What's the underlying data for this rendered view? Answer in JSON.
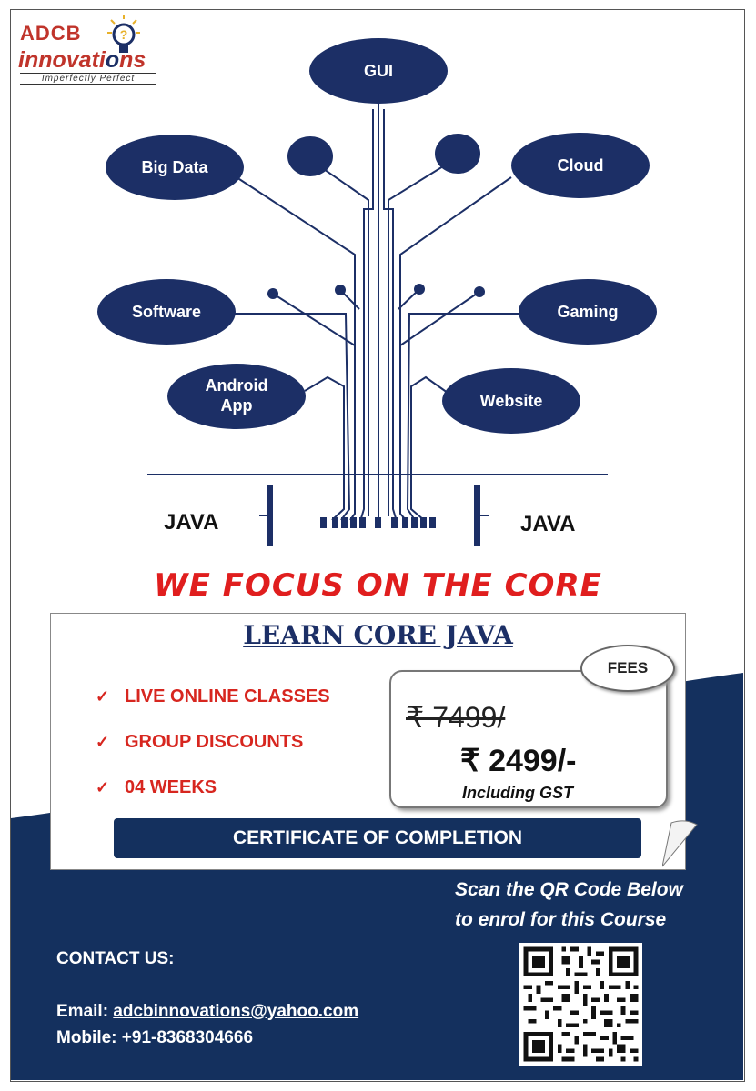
{
  "logo": {
    "line1": "ADCB",
    "line2": "innovati",
    "line2_end": "ns",
    "tagline": "Imperfectly Perfect"
  },
  "tree": {
    "nodes": [
      {
        "id": "gui",
        "label": "GUI"
      },
      {
        "id": "big-data",
        "label": "Big Data"
      },
      {
        "id": "cloud",
        "label": "Cloud"
      },
      {
        "id": "software",
        "label": "Software"
      },
      {
        "id": "gaming",
        "label": "Gaming"
      },
      {
        "id": "android",
        "label": "Android App"
      },
      {
        "id": "website",
        "label": "Website"
      }
    ],
    "java_left": "JAVA",
    "java_right": "JAVA"
  },
  "headline": "WE FOCUS ON THE CORE",
  "course": {
    "title": "LEARN CORE JAVA",
    "features": [
      "LIVE ONLINE CLASSES",
      "GROUP DISCOUNTS",
      "04 WEEKS"
    ],
    "fees_label": "FEES",
    "old_price": "₹ 7499/",
    "new_price": "₹ 2499/-",
    "price_note": "Including GST",
    "certificate": "CERTIFICATE OF COMPLETION"
  },
  "enrol": {
    "line1": "Scan the QR Code Below",
    "line2": "to enrol for this Course"
  },
  "contact": {
    "heading": "CONTACT US:",
    "email_label": "Email: ",
    "email": "adcbinnovations@yahoo.com",
    "mobile_label": "Mobile: ",
    "mobile": "+91-8368304666"
  },
  "colors": {
    "navy": "#14305e",
    "red": "#e01e1e",
    "title_blue": "#1c2f66"
  },
  "icons": [
    "lightbulb-question-icon",
    "checkmark-icon",
    "qr-code-icon"
  ]
}
